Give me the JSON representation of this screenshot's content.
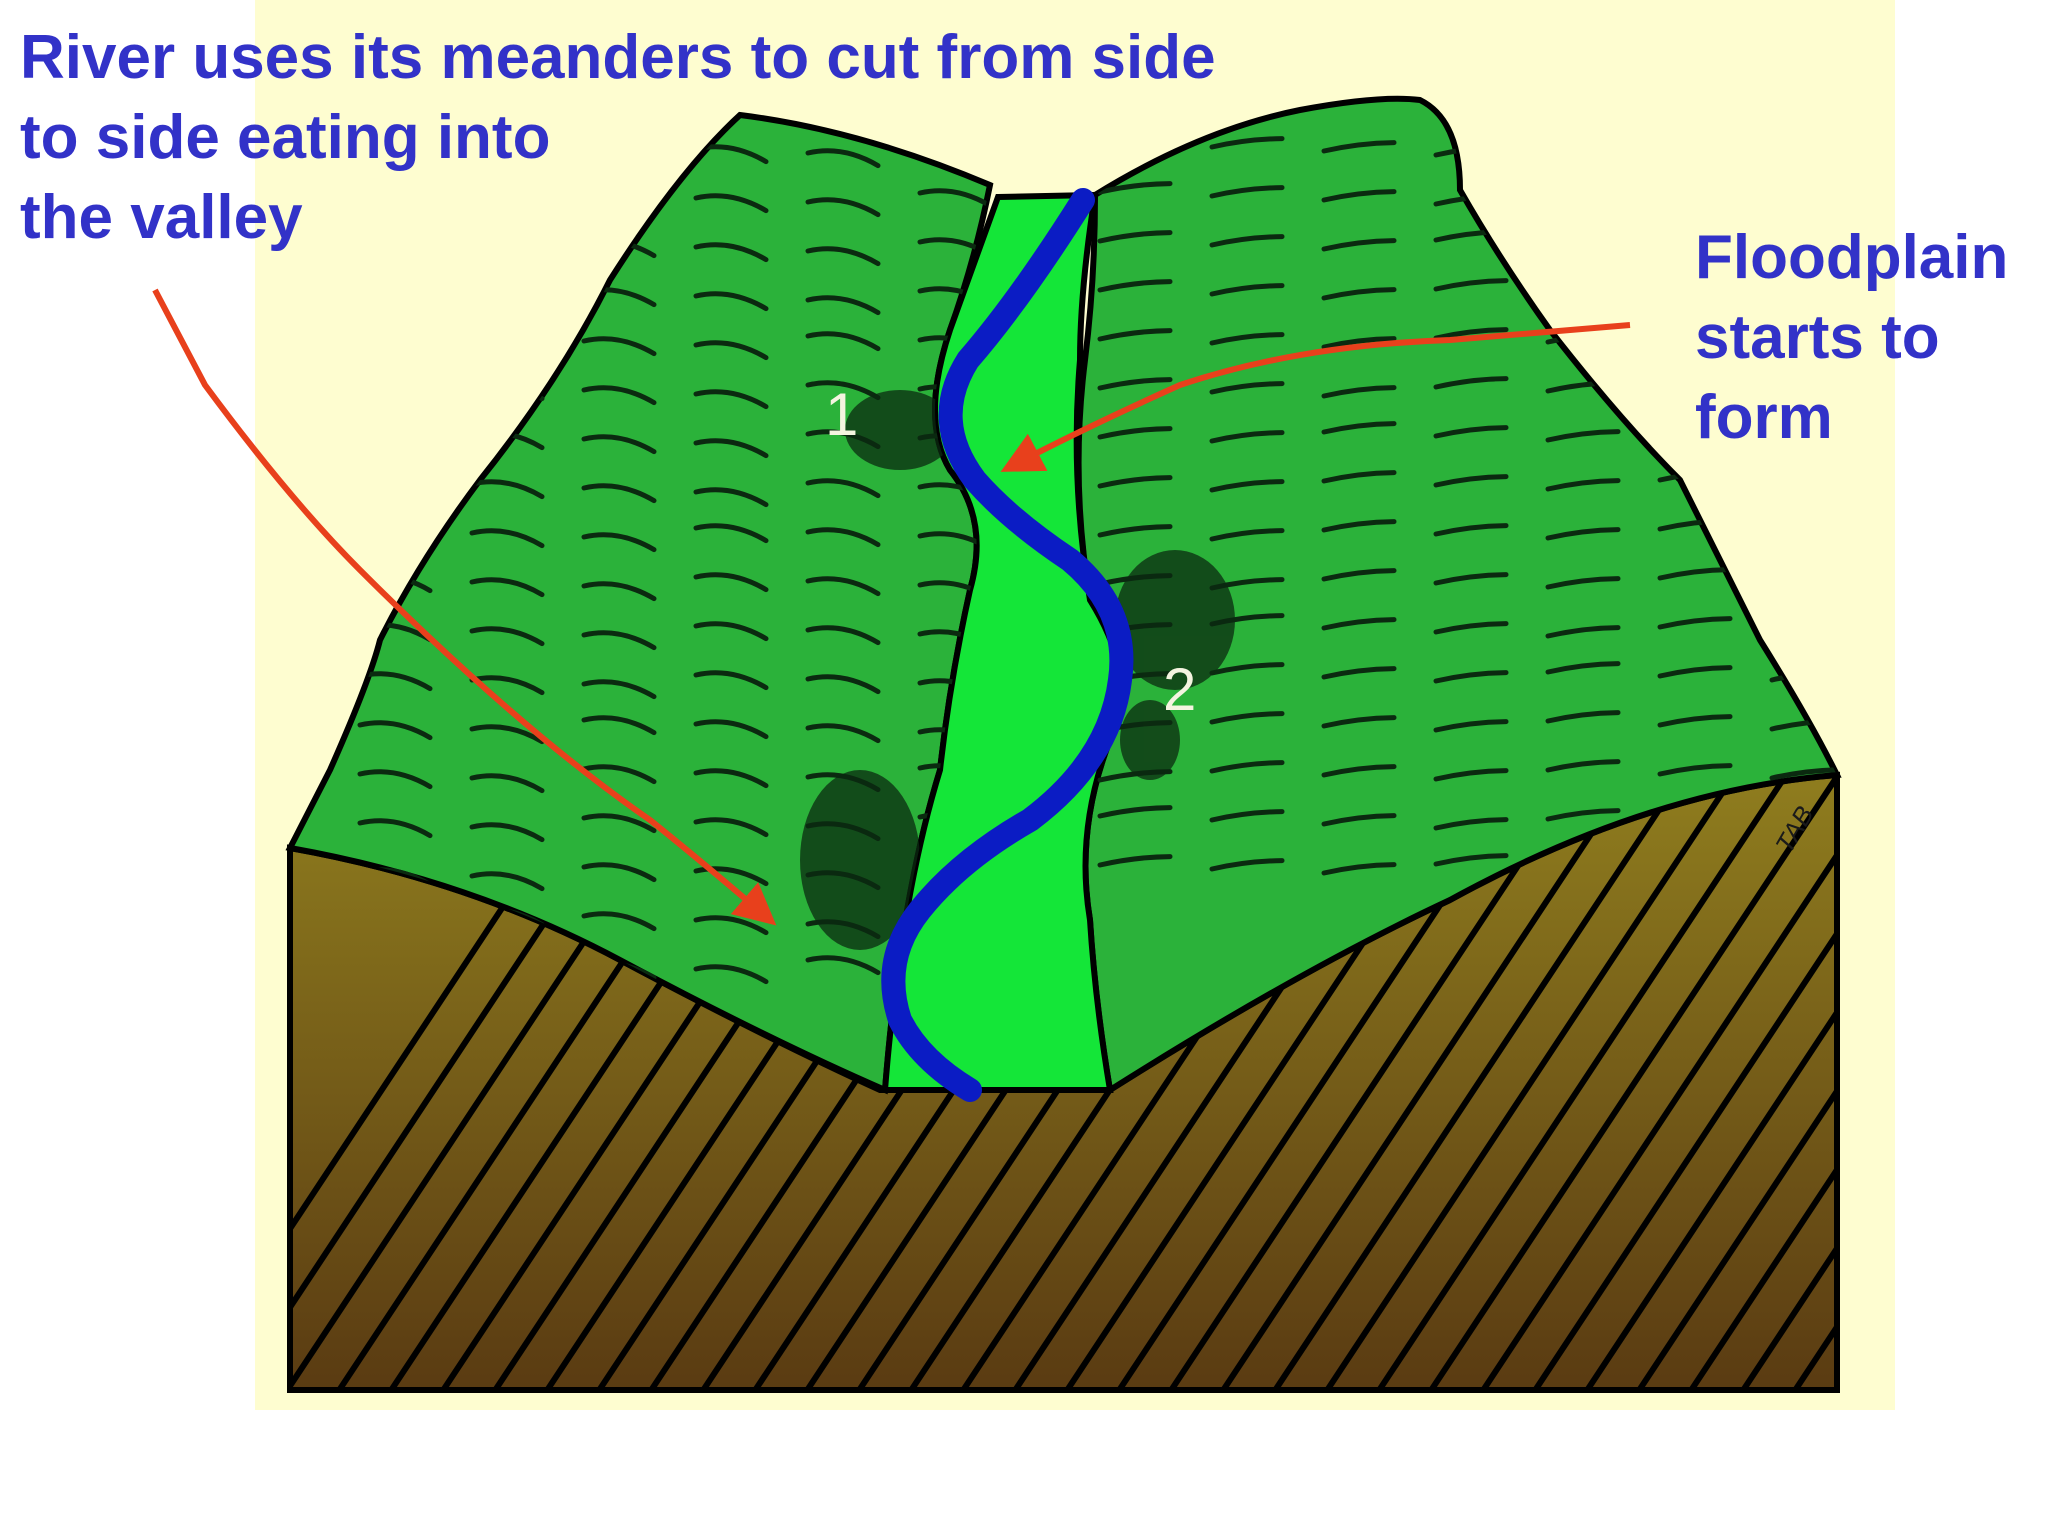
{
  "colors": {
    "background": "#fefdd0",
    "caption_text": "#3232c8",
    "arrow": "#e8401c",
    "hill": "#2bb23a",
    "hill_dark": "#138a26",
    "floodplain": "#14e638",
    "river": "#0b1cc4",
    "soil_top": "#8f7d1e",
    "soil_bottom": "#5a3b12",
    "marker_text": "#f4f4e0"
  },
  "captions": {
    "meanders": {
      "line1": "River uses its meanders to cut from side",
      "line2": "to side eating into",
      "line3": "the valley"
    },
    "floodplain": {
      "line1": "Floodplain",
      "line2": "starts to",
      "line3": "form"
    }
  },
  "markers": {
    "first": "1",
    "second": "2"
  },
  "signature": "TAB"
}
